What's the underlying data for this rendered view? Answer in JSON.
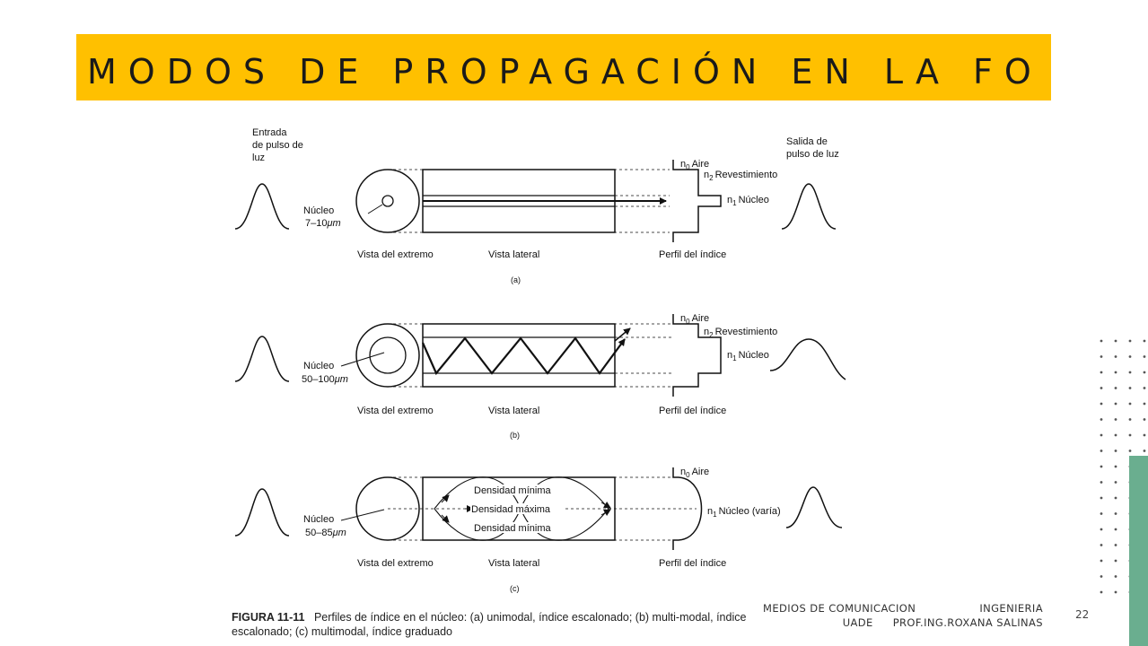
{
  "slide": {
    "title": "MODOS DE PROPAGACIÓN EN LA FO",
    "footer_left_1": "MEDIOS DE COMUNICACION",
    "footer_right_1": "INGENIERIA",
    "footer_left_2": "UADE",
    "footer_right_2": "PROF.ING.ROXANA SALINAS",
    "page_number": "22",
    "accent_color": "#FFC000",
    "green_color": "#6AAE8F"
  },
  "figure": {
    "caption_label": "FIGURA 11-11",
    "caption_text": "Perfiles de índice en el núcleo: (a) unimodal, índice escalonado; (b) multi-modal, índice escalonado; (c) multimodal, índice graduado",
    "entrada_1": "Entrada",
    "entrada_2": "de pulso de",
    "entrada_3": "luz",
    "salida_1": "Salida de",
    "salida_2": "pulso de luz",
    "vista_extremo": "Vista del extremo",
    "vista_lateral": "Vista lateral",
    "perfil_indice": "Perfil del índice",
    "n0": "n",
    "n0_sub": "0",
    "aire": "Aire",
    "n2_sub": "2",
    "revestimiento": "Revestimiento",
    "n1_sub": "1",
    "nucleo": "Núcleo",
    "nucleo_varia": "Núcleo (varía)",
    "a_core_label": "Núcleo",
    "a_core_size": "7–10",
    "b_core_size": "50–100",
    "c_core_size": "50–85",
    "mu": "μm",
    "label_a": "(a)",
    "label_b": "(b)",
    "label_c": "(c)",
    "densidad_minima": "Densidad mínima",
    "densidad_maxima": "Densidad máxima"
  }
}
